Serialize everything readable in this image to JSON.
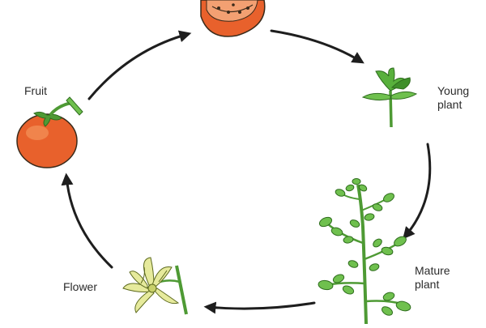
{
  "diagram": {
    "stages": [
      {
        "id": "seed",
        "label_lines": [],
        "icon": "tomato-seed-cross-section-icon"
      },
      {
        "id": "young",
        "label_lines": [
          "Young",
          "plant"
        ],
        "icon": "seedling-icon"
      },
      {
        "id": "mature",
        "label_lines": [
          "Mature",
          "plant"
        ],
        "icon": "tomato-plant-icon"
      },
      {
        "id": "flower",
        "label_lines": [
          "Flower"
        ],
        "icon": "tomato-flower-icon"
      },
      {
        "id": "fruit",
        "label_lines": [
          "Fruit"
        ],
        "icon": "tomato-fruit-icon"
      }
    ],
    "cycle_direction": "clockwise"
  },
  "colors": {
    "arrow": "#1e1e1e",
    "tomato_light": "#f07a3a",
    "tomato_dark": "#d8441a",
    "tomato_inner": "#f3a072",
    "outline": "#3a2a1a",
    "leaf_light": "#6fc04e",
    "leaf_dark": "#3f8f2a",
    "stem": "#4e9a34",
    "flower_petal": "#e6ea9c",
    "flower_core": "#c8d06a"
  }
}
